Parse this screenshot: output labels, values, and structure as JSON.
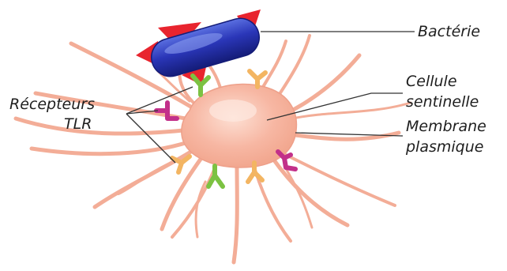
{
  "labels": {
    "bacteria": "Bactérie",
    "sentinel_cell_line1": "Cellule",
    "sentinel_cell_line2": "sentinelle",
    "membrane_line1": "Membrane",
    "membrane_line2": "plasmique",
    "receptors_line1": "Récepteurs",
    "receptors_line2": "TLR"
  },
  "colors": {
    "cell_fill": "#f7b7a3",
    "cell_light": "#fbd3c6",
    "cell_stroke": "#e69a82",
    "bacteria_blue": "#2530a8",
    "bacteria_highlight": "#6f86e6",
    "bacteria_spikes": "#e8242e",
    "receptor_green": "#7cc242",
    "receptor_orange": "#f3b562",
    "receptor_magenta": "#c2308a",
    "leader_line": "#333333",
    "text": "#1e1e1e"
  },
  "icons": [
    "bacterium",
    "tlr-receptor",
    "sentinel-cell"
  ]
}
